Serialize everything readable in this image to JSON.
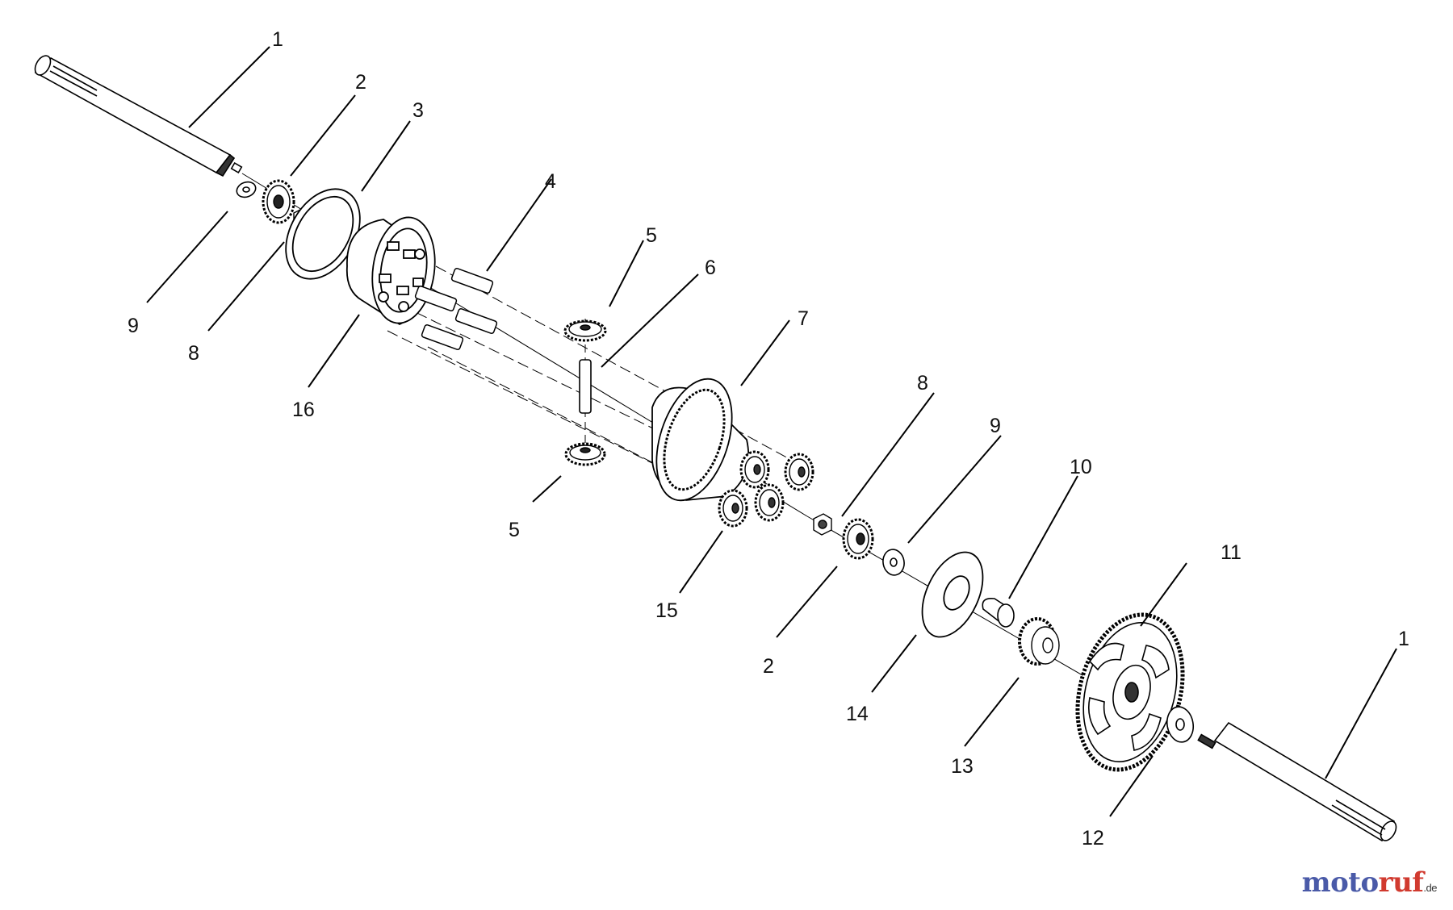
{
  "diagram": {
    "callouts": [
      "1",
      "2",
      "3",
      "4",
      "5",
      "6",
      "7",
      "8",
      "9",
      "10",
      "11",
      "12",
      "13",
      "14",
      "15",
      "16"
    ]
  },
  "watermark": {
    "part_a": "moto",
    "part_b": "ruf",
    "part_c": ".de"
  },
  "colors": {
    "line": "#000000",
    "part_fill": "#ffffff",
    "text": "#111111",
    "watermark_blue": "#4a5aa8",
    "watermark_red": "#d13a2f"
  }
}
